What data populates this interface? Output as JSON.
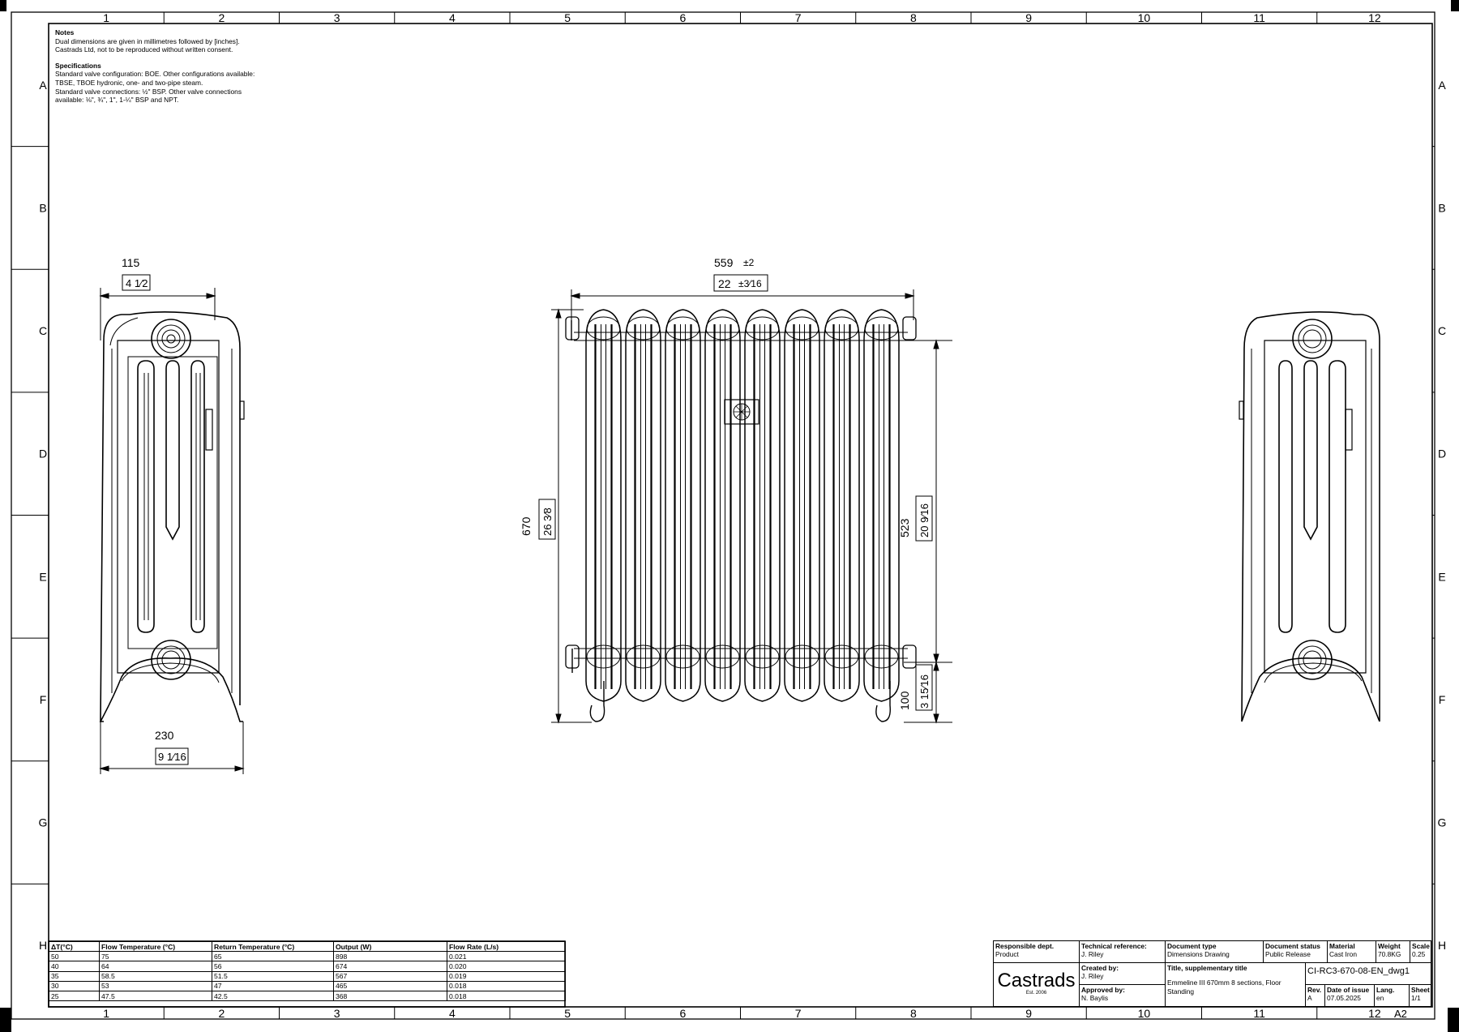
{
  "sheet": {
    "col_labels": [
      "1",
      "2",
      "3",
      "4",
      "5",
      "6",
      "7",
      "8",
      "9",
      "10",
      "11",
      "12"
    ],
    "row_labels": [
      "A",
      "B",
      "C",
      "D",
      "E",
      "F",
      "G",
      "H"
    ],
    "bottom_corner": "A2"
  },
  "notes": {
    "heading": "Notes",
    "lines": [
      "Dual dimensions are given in millimetres followed by [inches].",
      "Castrads Ltd, not to be reproduced without written consent."
    ],
    "spec_heading": "Specifications",
    "spec_lines": [
      "Standard valve configuration: BOE. Other configurations available:",
      "TBSE, TBOE hydronic, one- and two-pipe steam.",
      "Standard valve connections: ½\" BSP. Other valve connections",
      "available: ⅛\", ¾\", 1\", 1-¼\" BSP and NPT."
    ]
  },
  "dimensions": {
    "side_depth_top_mm": "115",
    "side_depth_top_in": "4 1⁄2",
    "side_depth_base_mm": "230",
    "side_depth_base_in": "9 1⁄16",
    "width_mm": "559",
    "width_tol_mm": "±2",
    "width_in": "22",
    "width_tol_in": "±3⁄16",
    "height_mm": "670",
    "height_in": "26 3⁄8",
    "centres_mm": "523",
    "centres_in": "20 9⁄16",
    "floor_mm": "100",
    "floor_in": "3 15⁄16"
  },
  "performance_table": {
    "headers": [
      "ΔT(°C)",
      "Flow Temperature (°C)",
      "Return Temperature (°C)",
      "Output (W)",
      "Flow Rate (L/s)"
    ],
    "rows": [
      [
        "50",
        "75",
        "65",
        "898",
        "0.021"
      ],
      [
        "40",
        "64",
        "56",
        "674",
        "0.020"
      ],
      [
        "35",
        "58.5",
        "51.5",
        "567",
        "0.019"
      ],
      [
        "30",
        "53",
        "47",
        "465",
        "0.018"
      ],
      [
        "25",
        "47.5",
        "42.5",
        "368",
        "0.018"
      ]
    ]
  },
  "title_block": {
    "responsible_dept_label": "Responsible dept.",
    "responsible_dept": "Product",
    "tech_ref_label": "Technical reference:",
    "tech_ref": "J. Riley",
    "doc_type_label": "Document type",
    "doc_type": "Dimensions Drawing",
    "doc_status_label": "Document status",
    "doc_status": "Public Release",
    "material_label": "Material",
    "material": "Cast Iron",
    "weight_label": "Weight",
    "weight": "70.8KG",
    "scale_label": "Scale",
    "scale": "0.25",
    "logo": "Castrads",
    "logo_est": "Est. 2006",
    "created_by_label": "Created by:",
    "created_by": "J. Riley",
    "approved_by_label": "Approved by:",
    "approved_by": "N. Baylis",
    "title_label": "Title, supplementary title",
    "title_line1": "Emmeline III 670mm 8 sections, Floor",
    "title_line2": "Standing",
    "doc_number": "CI-RC3-670-08-EN_dwg1",
    "rev_label": "Rev.",
    "rev": "A",
    "issue_label": "Date of issue",
    "issue": "07.05.2025",
    "lang_label": "Lang.",
    "lang": "en",
    "sheet_label": "Sheet",
    "sheet": "1/1"
  }
}
